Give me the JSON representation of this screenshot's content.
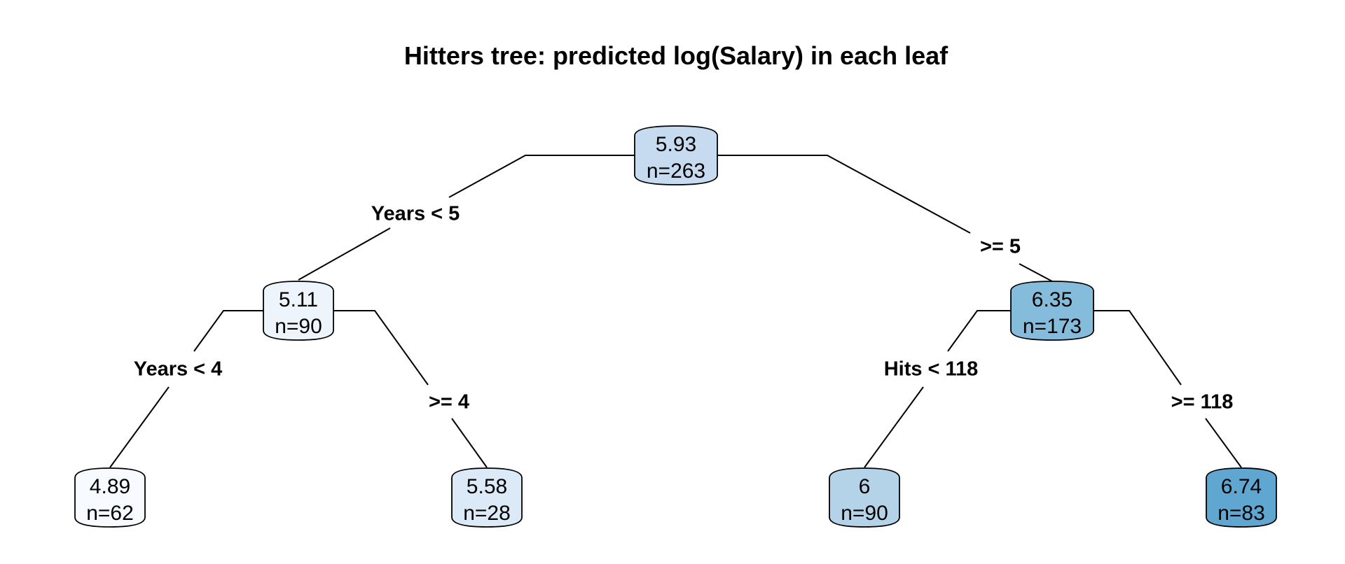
{
  "title": "Hitters tree: predicted log(Salary) in each leaf",
  "nodes": [
    {
      "id": "root",
      "value": "5.93",
      "count": "n=263",
      "fill": "#c6dbef"
    },
    {
      "id": "left",
      "value": "5.11",
      "count": "n=90",
      "fill": "#eef4fb"
    },
    {
      "id": "right",
      "value": "6.35",
      "count": "n=173",
      "fill": "#85bcdc"
    },
    {
      "id": "leaf-1",
      "value": "4.89",
      "count": "n=62",
      "fill": "#f7fbff"
    },
    {
      "id": "leaf-2",
      "value": "5.58",
      "count": "n=28",
      "fill": "#dce9f6"
    },
    {
      "id": "leaf-3",
      "value": "6",
      "count": "n=90",
      "fill": "#b4d3e9"
    },
    {
      "id": "leaf-4",
      "value": "6.74",
      "count": "n=83",
      "fill": "#5fa6d1"
    }
  ],
  "splits": [
    {
      "id": "root-left",
      "label": "Years < 5"
    },
    {
      "id": "root-right",
      "label": ">= 5"
    },
    {
      "id": "left-left",
      "label": "Years < 4"
    },
    {
      "id": "left-right",
      "label": ">= 4"
    },
    {
      "id": "right-left",
      "label": "Hits < 118"
    },
    {
      "id": "right-right",
      "label": ">= 118"
    }
  ]
}
